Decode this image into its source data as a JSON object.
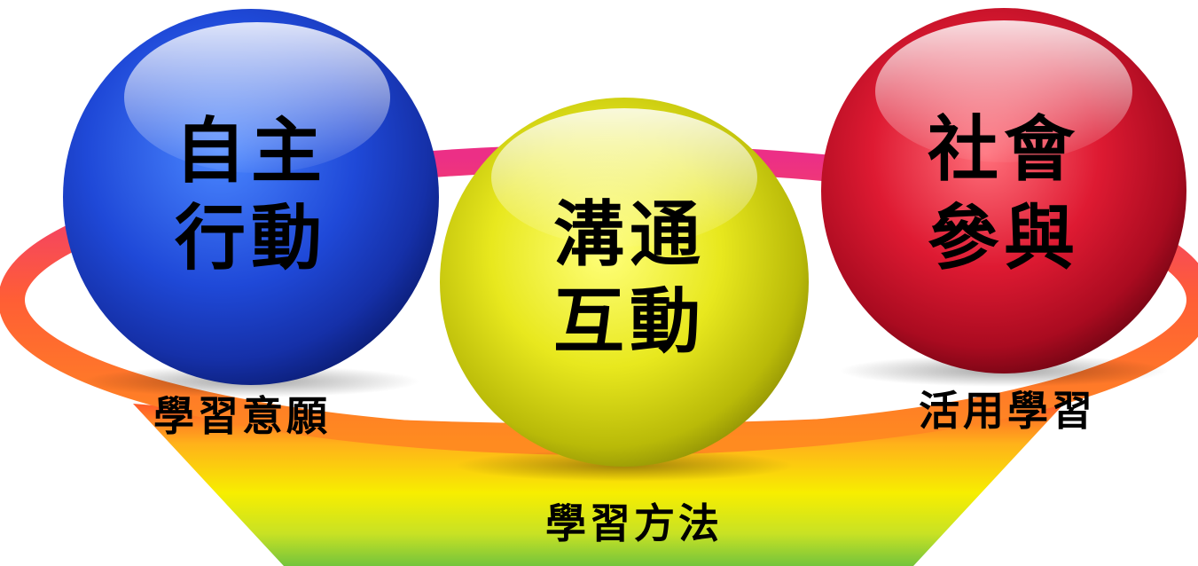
{
  "spheres": {
    "left": {
      "line1": "自主",
      "line2": "行動",
      "color": "#1f3fc7"
    },
    "center": {
      "line1": "溝通",
      "line2": "互動",
      "color": "#c9c817"
    },
    "right": {
      "line1": "社會",
      "line2": "參與",
      "color": "#c8102e"
    }
  },
  "labels": {
    "left": "學習意願",
    "right": "活用學習",
    "bottom": "學習方法"
  },
  "colors": {
    "ring_top": "#e83a7a",
    "ring_side": "#ff6a2a",
    "funnel_top": "#ff8a1f",
    "funnel_mid": "#f3e800",
    "funnel_bottom": "#7ec83a"
  }
}
